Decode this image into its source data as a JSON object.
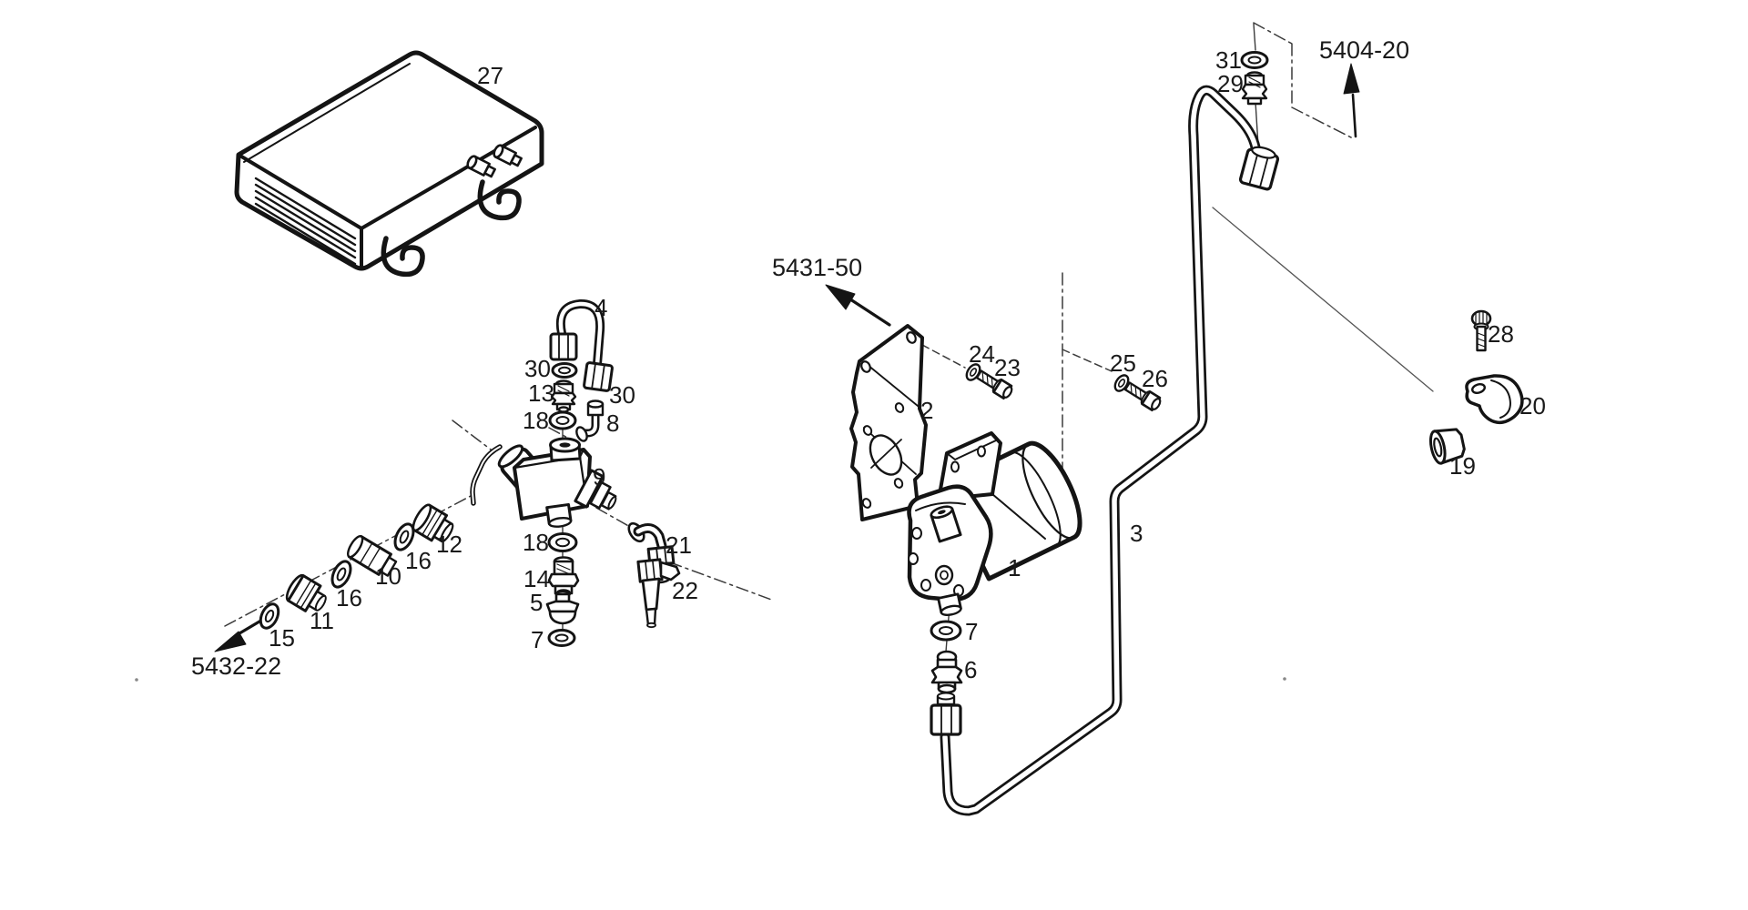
{
  "page": {
    "type": "exploded-parts-diagram",
    "background_color": "#ffffff",
    "line_color": "#141414"
  },
  "callouts": [
    {
      "text": "27"
    },
    {
      "text": "4"
    },
    {
      "text": "30"
    },
    {
      "text": "13"
    },
    {
      "text": "18"
    },
    {
      "text": "30"
    },
    {
      "text": "8"
    },
    {
      "text": "9"
    },
    {
      "text": "18"
    },
    {
      "text": "21"
    },
    {
      "text": "14"
    },
    {
      "text": "5"
    },
    {
      "text": "7"
    },
    {
      "text": "22"
    },
    {
      "text": "12"
    },
    {
      "text": "16"
    },
    {
      "text": "10"
    },
    {
      "text": "16"
    },
    {
      "text": "11"
    },
    {
      "text": "15"
    },
    {
      "text": "2"
    },
    {
      "text": "24"
    },
    {
      "text": "23"
    },
    {
      "text": "25"
    },
    {
      "text": "26"
    },
    {
      "text": "1"
    },
    {
      "text": "3"
    },
    {
      "text": "7"
    },
    {
      "text": "6"
    },
    {
      "text": "31"
    },
    {
      "text": "29"
    },
    {
      "text": "28"
    },
    {
      "text": "20"
    },
    {
      "text": "19"
    }
  ],
  "refs": [
    {
      "text": "5431-50"
    },
    {
      "text": "5432-22"
    },
    {
      "text": "5404-20"
    }
  ]
}
